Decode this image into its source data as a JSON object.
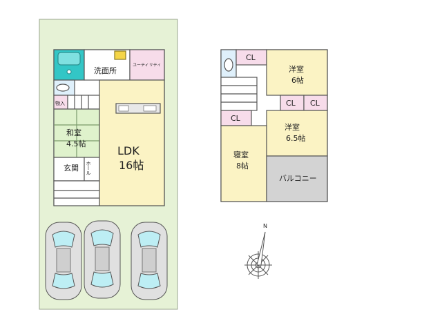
{
  "floor1": {
    "senmenjo": "洗面所",
    "utility": "ユーティリティ",
    "monoire": "物入",
    "washitsu": "和室",
    "washitsu_size": "4.5帖",
    "genkan": "玄関",
    "hall": "ホール",
    "ldk": "LDK",
    "ldk_size": "16帖"
  },
  "floor2": {
    "cl_top": "CL",
    "cl_left": "CL",
    "cl_mid1": "CL",
    "cl_mid2": "CL",
    "youshitsu1": "洋室",
    "youshitsu1_size": "6帖",
    "youshitsu2": "洋室",
    "youshitsu2_size": "6.5帖",
    "shinshitsu": "寝室",
    "shinshitsu_size": "8帖",
    "balcony": "バルコニー"
  },
  "compass": {
    "north": "N"
  },
  "colors": {
    "lot": "#e6f2d6",
    "ldk": "#fbf3c4",
    "washitsu": "#dff2cc",
    "closet": "#f7dcea",
    "bath": "#33c6c6",
    "balcony": "#d3d3d3",
    "wall": "#555555"
  }
}
